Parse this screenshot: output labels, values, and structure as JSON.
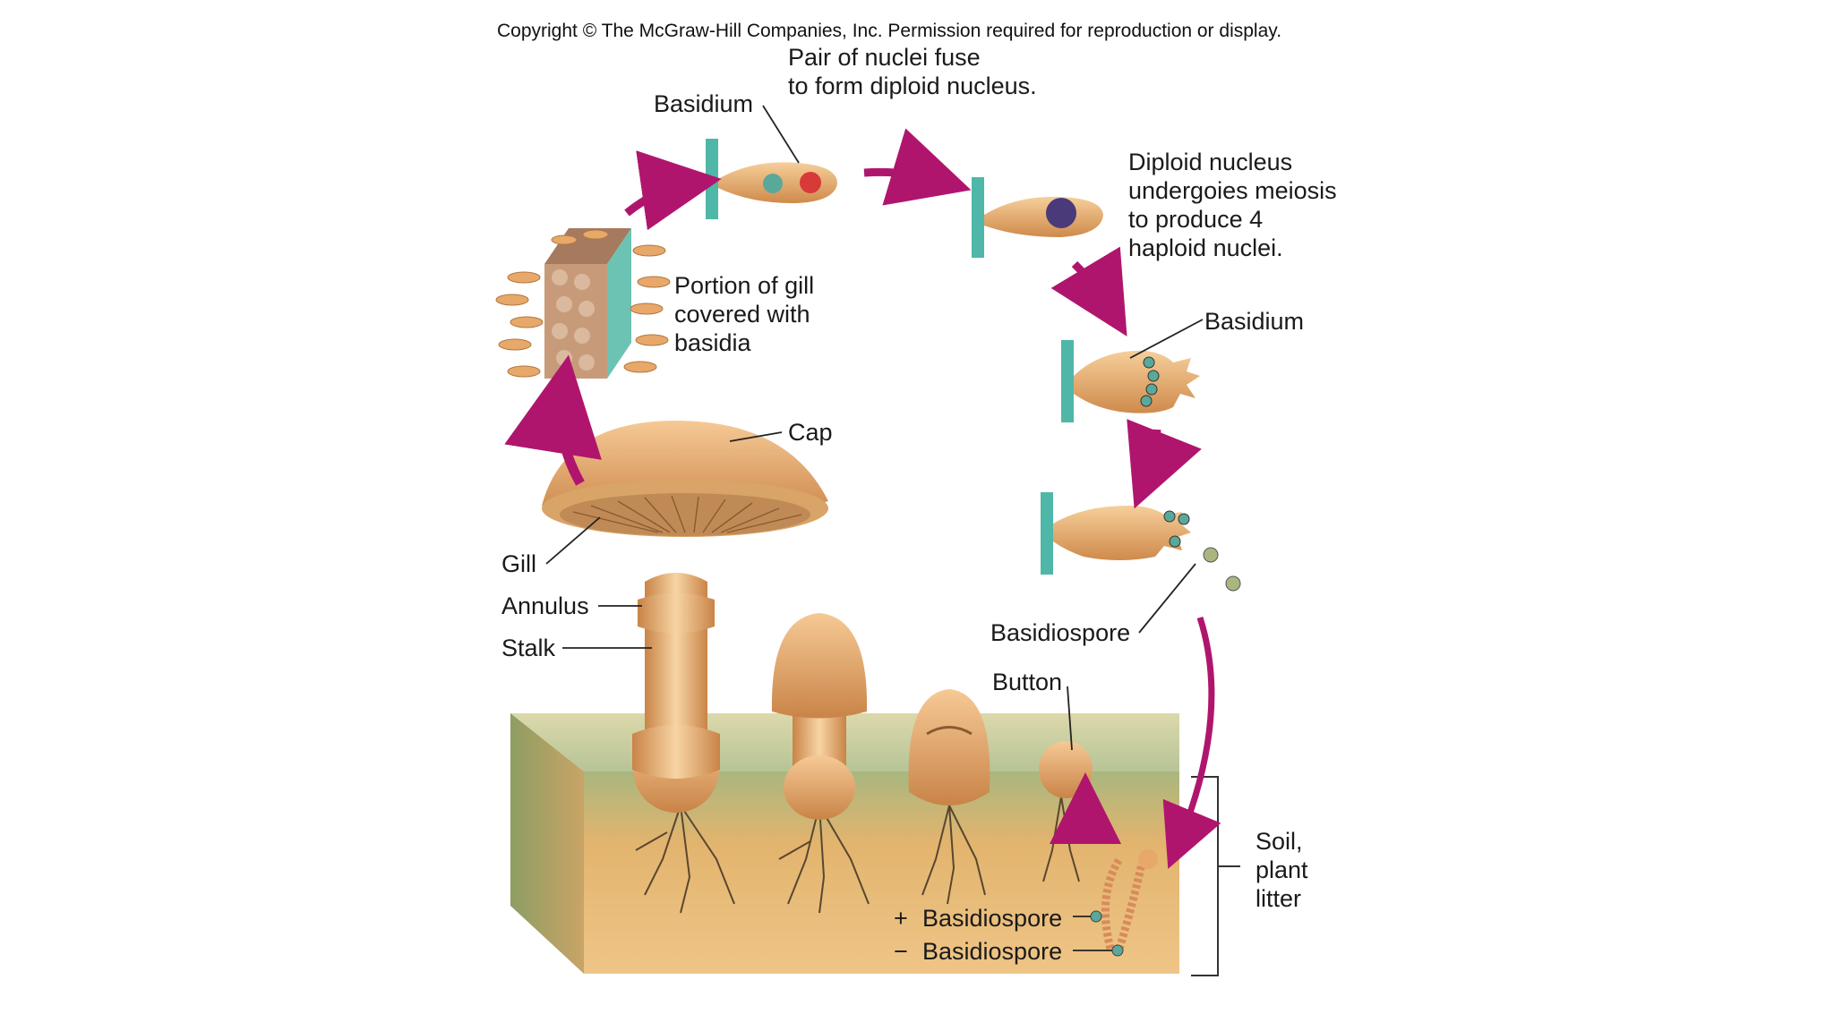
{
  "copyright": "Copyright © The McGraw-Hill Companies, Inc. Permission required for reproduction or display.",
  "labels": {
    "fuse_line1": "Pair of nuclei fuse",
    "fuse_line2": "to form diploid nucleus.",
    "basidium_top": "Basidium",
    "diploid_line1": "Diploid nucleus",
    "diploid_line2": "undergoies meiosis",
    "diploid_line3": "to produce 4",
    "diploid_line4": "haploid nuclei.",
    "gill_portion_line1": "Portion of gill",
    "gill_portion_line2": "covered with",
    "gill_portion_line3": "basidia",
    "basidium_right": "Basidium",
    "cap": "Cap",
    "gill": "Gill",
    "annulus": "Annulus",
    "stalk": "Stalk",
    "basidiospore": "Basidiospore",
    "button": "Button",
    "soil_line1": "Soil,",
    "soil_line2": "plant",
    "soil_line3": "litter",
    "plus_sign": "+",
    "plus_basidiospore": "Basidiospore",
    "minus_sign": "−",
    "minus_basidiospore": "Basidiospore"
  },
  "colors": {
    "arrow": "#b0156e",
    "cell": "#e7a86a",
    "stem": "#4fb7a8",
    "soil_top": "#b7c496",
    "soil_front": "#e9b873",
    "nucleus_red": "#d83a3a",
    "nucleus_teal": "#5aa899",
    "nucleus_purple": "#4a3a7a"
  }
}
